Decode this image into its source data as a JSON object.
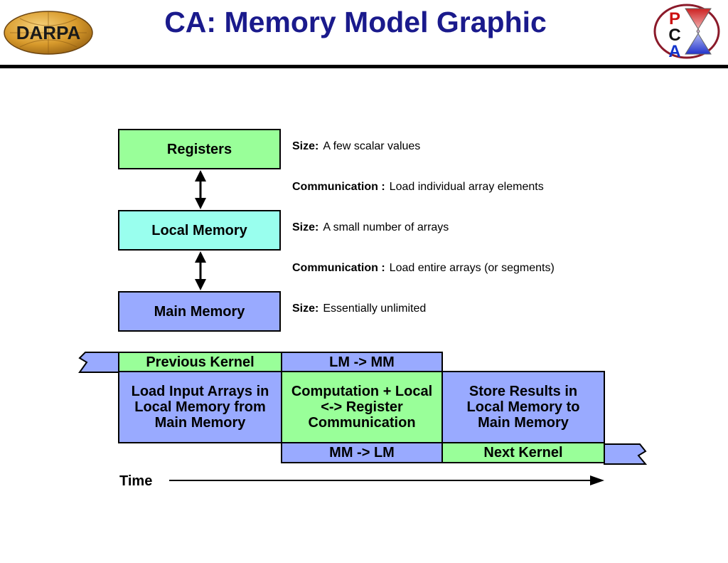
{
  "header": {
    "title": "CA: Memory Model Graphic",
    "left_logo_text": "DARPA",
    "right_logo_letters": [
      "P",
      "C",
      "A"
    ]
  },
  "hierarchy": {
    "levels": [
      {
        "label": "Registers",
        "size_label": "Size:",
        "size_value": "A few scalar values"
      },
      {
        "label": "Local Memory",
        "size_label": "Size:",
        "size_value": "A small number of arrays"
      },
      {
        "label": "Main Memory",
        "size_label": "Size:",
        "size_value": "Essentially unlimited"
      }
    ],
    "communications": [
      {
        "label": "Communication :",
        "value": "Load individual array elements"
      },
      {
        "label": "Communication :",
        "value": "Load entire arrays (or segments)"
      }
    ]
  },
  "timeline": {
    "prev_kernel": "Previous Kernel",
    "lm_to_mm": "LM -> MM",
    "load_input": "Load Input Arrays in Local Memory from Main Memory",
    "computation": "Computation + Local <-> Register Communication",
    "store_results": "Store Results in Local Memory to Main Memory",
    "mm_to_lm": "MM -> LM",
    "next_kernel": "Next Kernel",
    "time_label": "Time"
  },
  "colors": {
    "title": "#1a1a8c",
    "green": "#99ff99",
    "cyan": "#99ffee",
    "blue": "#99aaff"
  }
}
